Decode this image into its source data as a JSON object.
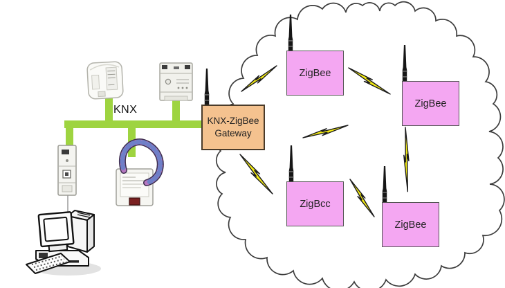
{
  "diagram": {
    "bus_label": "KNX",
    "gateway": {
      "label": "KNX-ZigBee Gateway",
      "lines": [
        "KNX-ZigBee",
        "Gateway"
      ]
    },
    "zigbee_nodes": [
      {
        "id": "top-left",
        "label": "ZigBee"
      },
      {
        "id": "right",
        "label": "ZigBee"
      },
      {
        "id": "bottom-left",
        "label": "ZigBcc"
      },
      {
        "id": "bottom-right",
        "label": "ZigBee"
      }
    ],
    "icons": [
      "cloud-shape",
      "antenna-icon",
      "lightning-bolt-icon",
      "knx-sensor-device-icon",
      "knx-din-device-icon",
      "din-line-coupler-icon",
      "flush-actuator-icon",
      "ribbon-cable-icon",
      "desktop-computer-icon"
    ],
    "colors": {
      "bus_green": "#9ed440",
      "gateway_fill": "#f4c28f",
      "zigbee_fill": "#f4a7f2",
      "bolt_yellow": "#f2ea14",
      "cloud_outline": "#3c3c3c",
      "background": "#ffffff"
    }
  }
}
